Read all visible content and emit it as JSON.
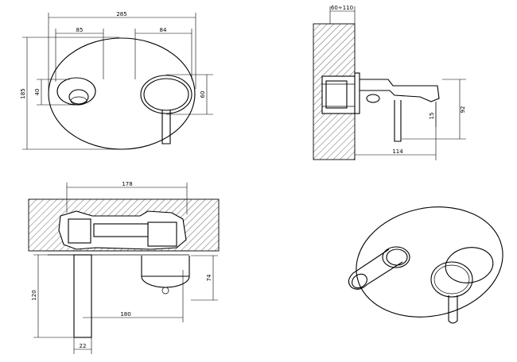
{
  "views": {
    "front": {
      "dims": {
        "total_width": "285",
        "spout_offset": "85",
        "handle_offset": "84",
        "total_height": "185",
        "spout_height": "40",
        "handle_ring_height": "60"
      }
    },
    "side": {
      "dims": {
        "wall_depth": "60÷110",
        "spout_drop": "92",
        "handle_drop": "15",
        "projection": "114"
      }
    },
    "top": {
      "dims": {
        "body_length": "178",
        "spout_length": "120",
        "spout_diameter": "22",
        "centers": "180",
        "handle_height": "74"
      }
    },
    "perspective": {}
  }
}
